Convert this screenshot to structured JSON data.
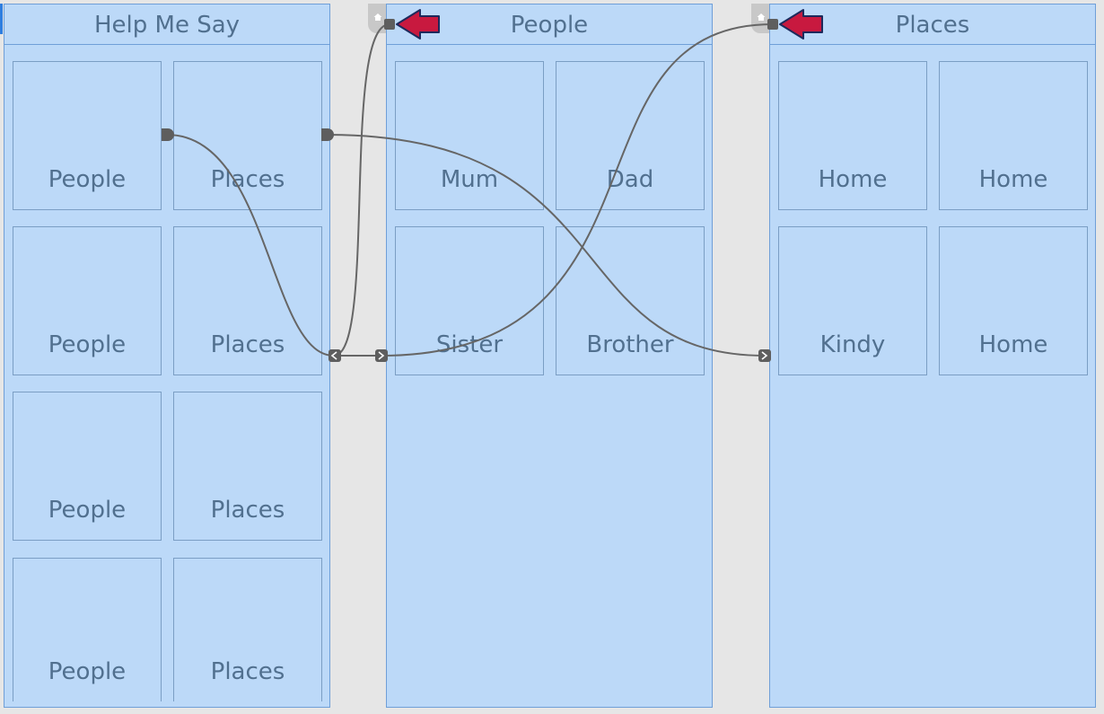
{
  "boards": [
    {
      "title": "Help Me Say",
      "tiles": [
        "People",
        "Places",
        "People",
        "Places",
        "People",
        "Places",
        "People",
        "Places"
      ]
    },
    {
      "title": "People",
      "tiles": [
        "Mum",
        "Dad",
        "Sister",
        "Brother"
      ]
    },
    {
      "title": "Places",
      "tiles": [
        "Home",
        "Home",
        "Kindy",
        "Home"
      ]
    }
  ],
  "colors": {
    "board_fill": "#bcd9f8",
    "board_border": "#6f9fd8",
    "label_text": "#51708f",
    "connector_line": "#666666",
    "arrow_fill": "#c8193f",
    "arrow_stroke": "#1d2a5c",
    "canvas_bg": "#e6e6e6",
    "home_tab": "#c8c8c8"
  },
  "icons": {
    "home": "home-icon",
    "link_handle": "link-handle-icon",
    "chevron_left": "chevron-left-icon",
    "chevron_right": "chevron-right-icon",
    "arrow": "red-arrow-icon"
  }
}
